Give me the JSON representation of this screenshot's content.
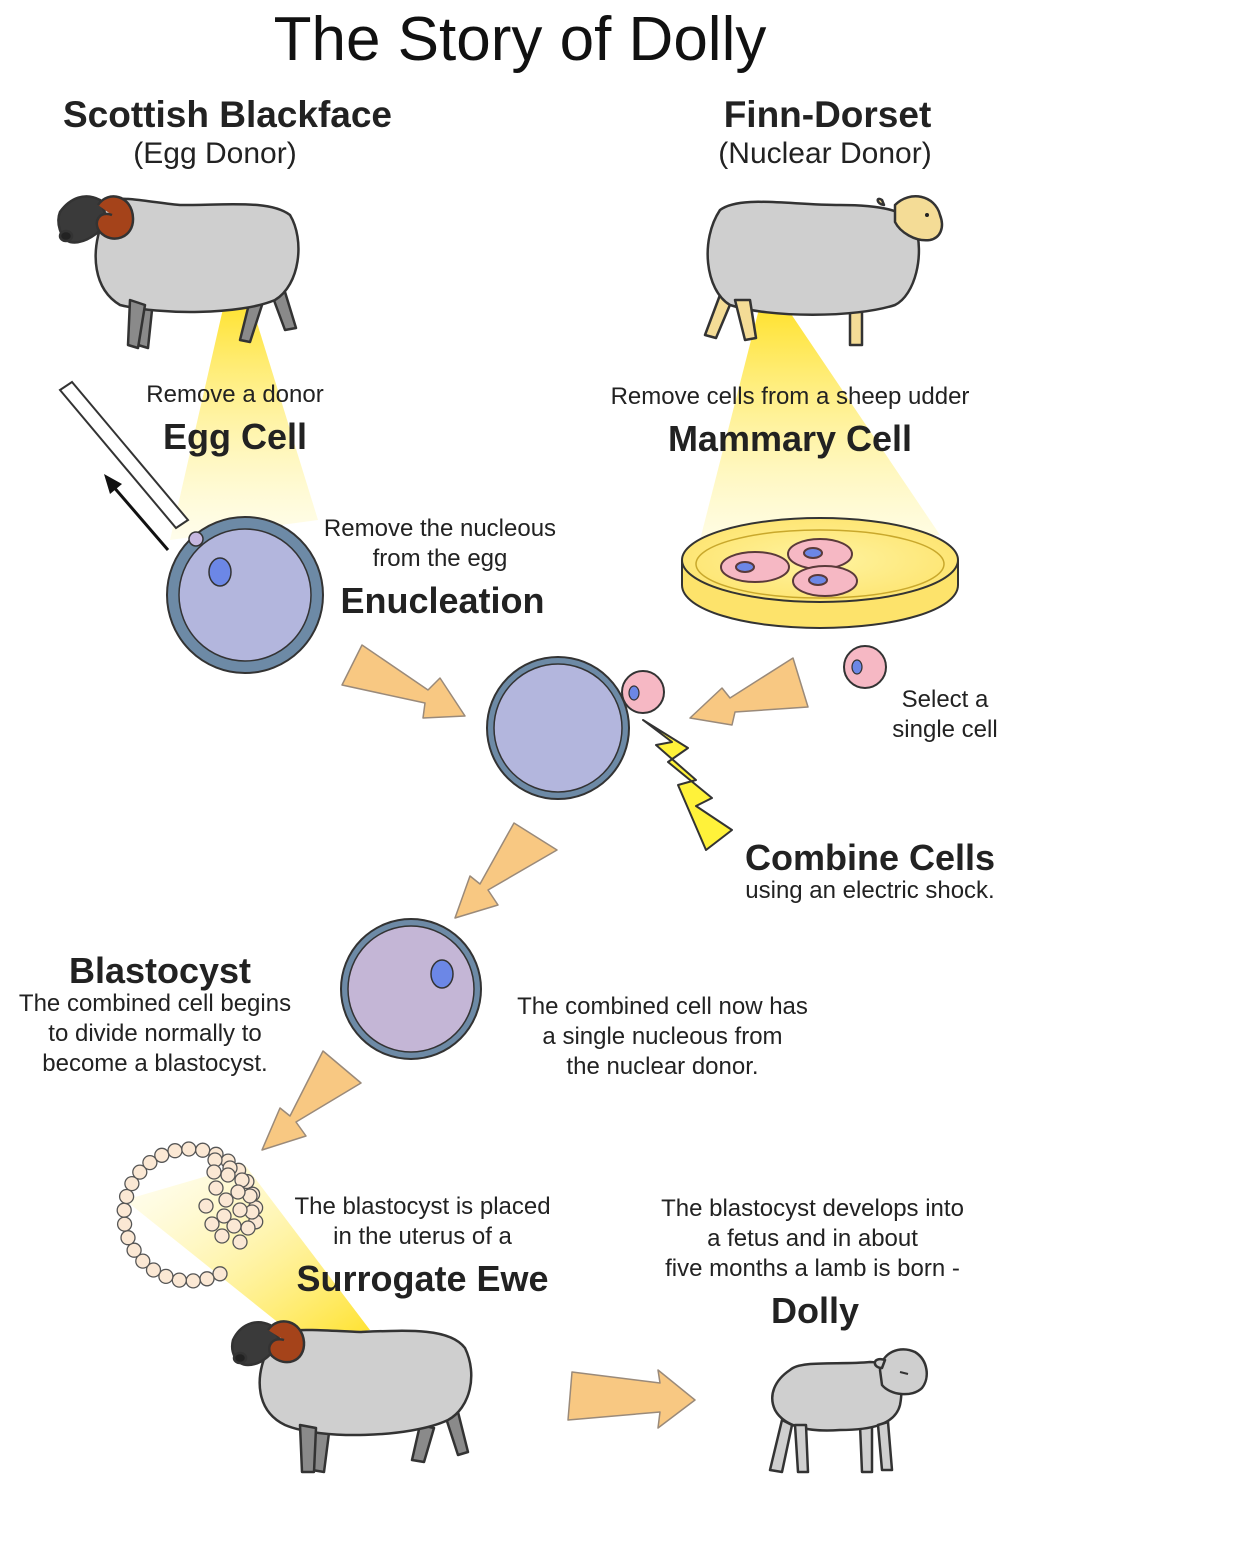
{
  "title": "The Story of Dolly",
  "egg_donor": {
    "breed": "Scottish Blackface",
    "role": "(Egg Donor)"
  },
  "nuclear_donor": {
    "breed": "Finn-Dorset",
    "role": "(Nuclear Donor)"
  },
  "egg_cell": {
    "instruction": "Remove a donor",
    "label": "Egg Cell"
  },
  "mammary_cell": {
    "instruction": "Remove cells from a sheep udder",
    "label": "Mammary Cell"
  },
  "enucleation": {
    "line1": "Remove the nucleous",
    "line2": "from the egg",
    "label": "Enucleation"
  },
  "select_cell": {
    "line1": "Select a",
    "line2": "single cell"
  },
  "combine": {
    "label": "Combine Cells",
    "desc": "using an electric shock."
  },
  "blastocyst": {
    "label": "Blastocyst",
    "line1": "The combined cell begins",
    "line2": "to divide normally to",
    "line3": "become a blastocyst."
  },
  "combined_nucleus": {
    "line1": "The combined cell now has",
    "line2": "a single nucleous from",
    "line3": "the nuclear donor."
  },
  "surrogate": {
    "line1": "The blastocyst is placed",
    "line2": "in the uterus of a",
    "label": "Surrogate Ewe"
  },
  "dolly": {
    "line1": "The blastocyst develops into",
    "line2": "a fetus and in about",
    "line3": "five months a lamb is born -",
    "label": "Dolly"
  },
  "colors": {
    "wool": "#cfcfcf",
    "outline": "#333333",
    "horn": "#a5431a",
    "black_face": "#3a3a3a",
    "tan_face": "#f4dc96",
    "beam": "#ffe94a",
    "arrow": "#f8c882",
    "egg_fill": "#b3b6dd",
    "egg_ring": "#6d8aa6",
    "nucleus": "#6c87e6",
    "pink_cell": "#f6b8c4",
    "blasto_fill": "#c4b6d6",
    "bolt": "#fff23a",
    "pearl": "#fbe8d4"
  }
}
